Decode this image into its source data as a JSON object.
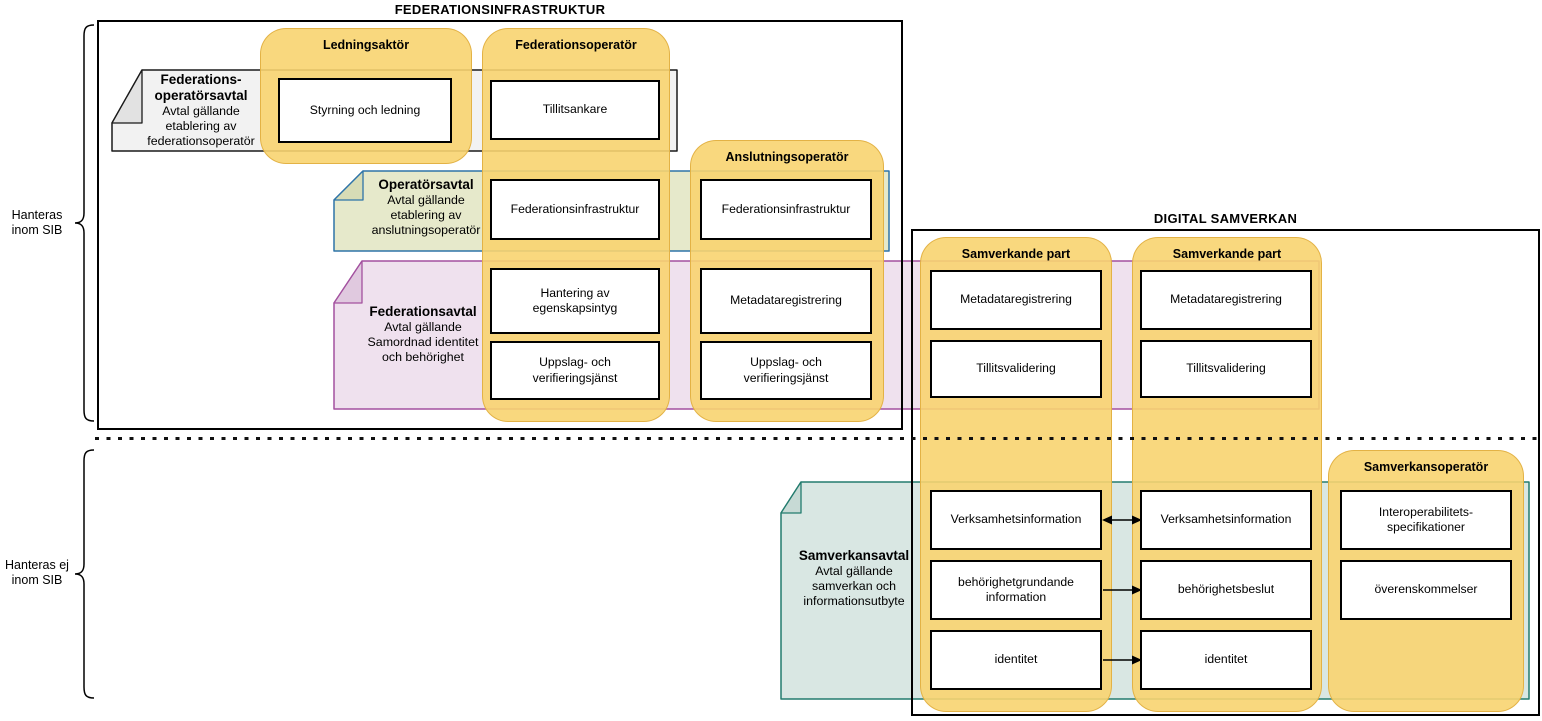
{
  "sections": {
    "federation_title": "FEDERATIONSINFRASTRUKTUR",
    "digital_title": "DIGITAL SAMVERKAN"
  },
  "side_labels": [
    {
      "lines": [
        "Hanteras",
        "inom SIB"
      ]
    },
    {
      "lines": [
        "Hanteras ej",
        "inom SIB"
      ]
    }
  ],
  "agreements": [
    {
      "title_lines": [
        "Federations-",
        "operatörsavtal"
      ],
      "subtitle_lines": [
        "Avtal gällande",
        "etablering av",
        "federationsoperatör"
      ]
    },
    {
      "title_lines": [
        "Operatörsavtal"
      ],
      "subtitle_lines": [
        "Avtal gällande",
        "etablering av",
        "anslutningsoperatör"
      ]
    },
    {
      "title_lines": [
        "Federationsavtal"
      ],
      "subtitle_lines": [
        "Avtal gällande",
        "Samordnad identitet",
        "och behörighet"
      ]
    },
    {
      "title_lines": [
        "Samverkansavtal"
      ],
      "subtitle_lines": [
        "Avtal gällande",
        "samverkan och",
        "informationsutbyte"
      ]
    }
  ],
  "actors": [
    {
      "header": "Ledningsaktör",
      "boxes": [
        "Styrning och ledning"
      ]
    },
    {
      "header": "Federationsoperatör",
      "boxes": [
        "Tillitsankare",
        "Federationsinfrastruktur",
        "Hantering av egenskapsintyg",
        "Uppslag- och verifieringsjänst"
      ]
    },
    {
      "header": "Anslutningsoperatör",
      "boxes": [
        "Federationsinfrastruktur",
        "Metadataregistrering",
        "Uppslag- och verifieringsjänst"
      ]
    },
    {
      "header": "Samverkande part",
      "boxes": [
        "Metadataregistrering",
        "Tillitsvalidering",
        "Verksamhetsinformation",
        "behörighetgrundande information",
        "identitet"
      ]
    },
    {
      "header": "Samverkande part",
      "boxes": [
        "Metadataregistrering",
        "Tillitsvalidering",
        "Verksamhetsinformation",
        "behörighetsbeslut",
        "identitet"
      ]
    },
    {
      "header": "Samverkansoperatör",
      "boxes": [
        "Interoperabilitets-specifikationer",
        "överenskommelser"
      ]
    }
  ],
  "arrows": [
    {
      "from": "Verksamhetsinformation",
      "to": "Verksamhetsinformation",
      "direction": "both"
    },
    {
      "from": "behörighetgrundande information",
      "to": "behörighetsbeslut",
      "direction": "right"
    },
    {
      "from": "identitet",
      "to": "identitet",
      "direction": "right"
    }
  ],
  "colors": {
    "actor_fill": "rgba(248,212,112,0.9)",
    "actor_border": "rgba(226,176,66,0.95)",
    "box_border": "#000000",
    "outline": "#000000",
    "doc_gray_fill": "#f2f2f2",
    "doc_gray_stroke": "#1a1a1a",
    "doc_gray_fold": "#e2e2e2",
    "doc_green_fill": "#e6e9cb",
    "doc_green_stroke": "#2e74a8",
    "doc_green_fold": "#d7dcb6",
    "doc_pink_fill": "#efe1ee",
    "doc_pink_stroke": "#a3519f",
    "doc_pink_fold": "#e0c9df",
    "doc_teal_fill": "#d9e7e3",
    "doc_teal_stroke": "#237c6e",
    "doc_teal_fold": "#c7dad5",
    "arrow": "#000000"
  }
}
